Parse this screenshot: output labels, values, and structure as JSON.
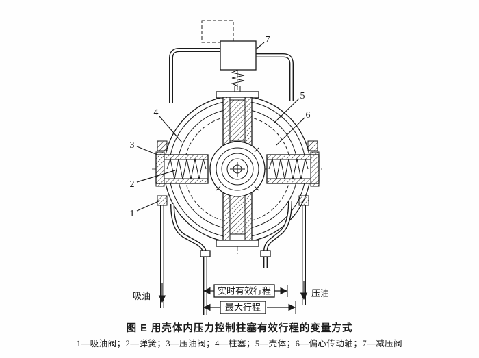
{
  "figure": {
    "caption": "图  E  用壳体内压力控制柱塞有效行程的变量方式",
    "legend": "1—吸油阀；2—弹簧；3—压油阀；4—柱塞；5—壳体；6—偏心传动轴；7—减压阀"
  },
  "callouts": {
    "c1": "1",
    "c2": "2",
    "c3": "3",
    "c4": "4",
    "c5": "5",
    "c6": "6",
    "c7": "7"
  },
  "annotations": {
    "suction": "吸油",
    "pressure": "压油",
    "effective_stroke": "实时有效行程",
    "max_stroke": "最大行程"
  },
  "colors": {
    "ink": "#1a1a1a",
    "paper": "#ffffff"
  }
}
